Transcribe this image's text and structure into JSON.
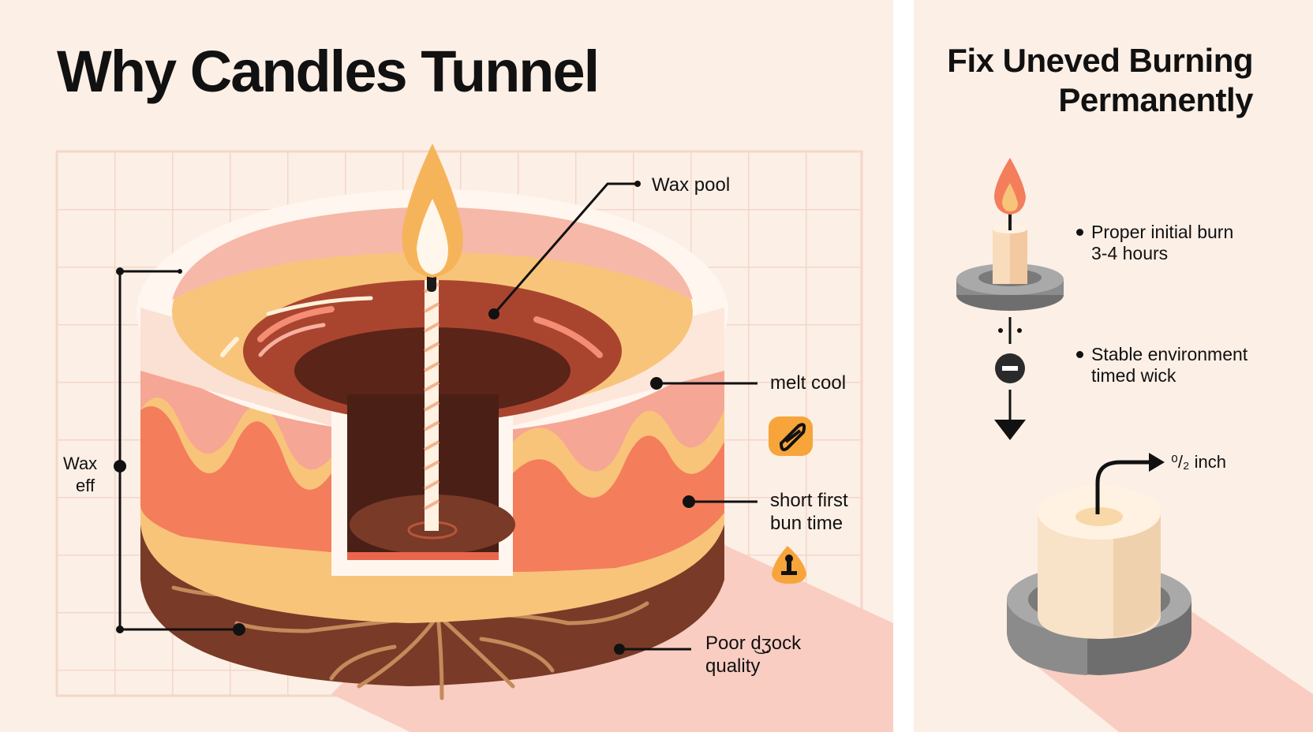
{
  "left": {
    "title": "Why Candles Tunnel",
    "labels": {
      "wax_pool": "Wax pool",
      "melt_cool": "melt cool",
      "short_first_burn_line1": "short first",
      "short_first_burn_line2": "bun time",
      "poor_wick_line1": "Poor d͜ʒock",
      "poor_wick_line2": "quality",
      "wax_eff_line1": "Wax",
      "wax_eff_line2": "eff"
    },
    "icons": [
      "link-icon",
      "warning-icon"
    ]
  },
  "right": {
    "title_line1": "Fix Uneved Burning",
    "title_line2": "Permanently",
    "bullets": [
      {
        "line1": "Proper initial burn",
        "line2": "3-4 hours"
      },
      {
        "line1": "Stable environment",
        "line2": "timed wick"
      }
    ],
    "measure_label": "⁰/₂ inch"
  },
  "colors": {
    "background": "#fcefe6",
    "wax_dark": "#7a3a28",
    "wax_orange": "#f4a07a",
    "wax_yellow": "#f8c47a",
    "flame": "#f6b45a",
    "accent_orange": "#f7a43a",
    "holder_gray": "#8b8b8b"
  }
}
